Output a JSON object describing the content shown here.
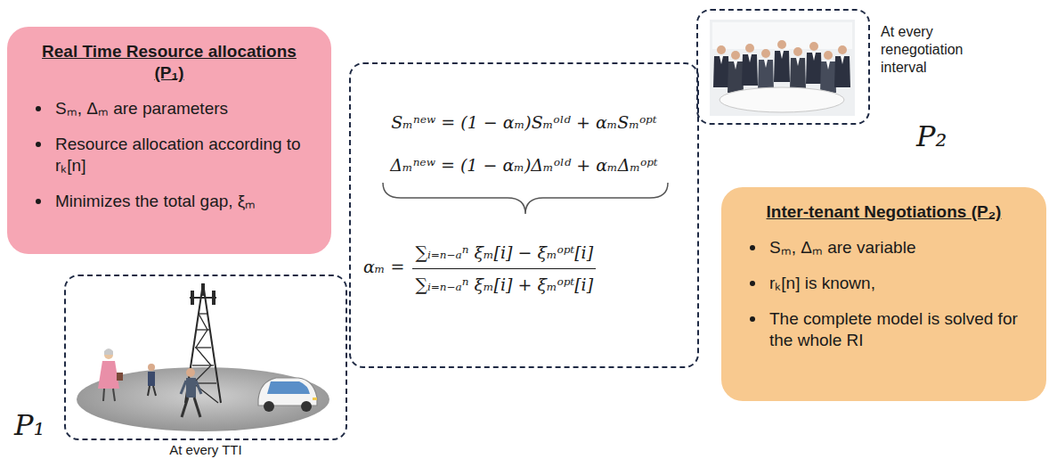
{
  "diagram": {
    "nodes": [
      {
        "text": [
          "Real Time Resource allocations (P₁)",
          "Sₘ, Δₘ are parameters",
          "Resource allocation according to rₖ[n]",
          "Minimizes the total gap, ξₘ"
        ]
      },
      {
        "text": [
          "Sₘⁿᵉʷ = (1 − αₘ)Sₘᵒˡᵈ + αₘSₘᵒᵖᵗ",
          "Δₘⁿᵉʷ = (1 − αₘ)Δₘᵒˡᵈ + αₘΔₘᵒᵖᵗ",
          "αₘ =",
          "∑ᵢ₌ₙ₋ₐⁿ ξₘ[i] − ξₘᵒᵖᵗ[i]",
          "∑ᵢ₌ₙ₋ₐⁿ ξₘ[i] + ξₘᵒᵖᵗ[i]"
        ]
      },
      {
        "text": [
          "At every renegotiation interval",
          "P₂"
        ]
      },
      {
        "text": [
          "P₁",
          "At every TTI"
        ]
      },
      {
        "text": [
          "Inter-tenant Negotiations (P₂)",
          "Sₘ, Δₘ are variable",
          "rₖ[n] is known,",
          "The complete model is solved for the whole RI"
        ]
      }
    ]
  }
}
